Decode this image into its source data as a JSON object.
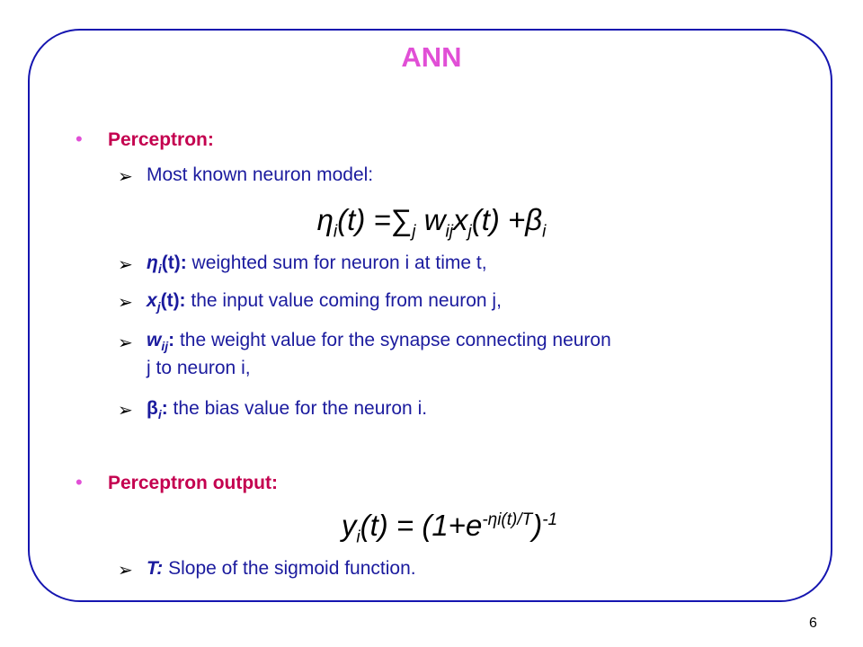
{
  "title": "ANN",
  "bullet1": "Perceptron:",
  "sub1": "Most known neuron model:",
  "eq1": {
    "eta": "η",
    "i": "i",
    "t_open": "(",
    "t": "t",
    "t_close": ") =",
    "sum": "∑",
    "j": "j",
    "w": " w",
    "ij": "ij",
    "x": "x",
    "xj": "j",
    "rest": "(t) +β",
    "bi": "i"
  },
  "items": [
    {
      "lbl_a": "η",
      "lbl_sub": "i",
      "lbl_b": "(t):",
      "text": " weighted sum for neuron i at time t,"
    },
    {
      "lbl_a": "x",
      "lbl_sub": "j",
      "lbl_b": "(t):",
      "text": " the input value coming from neuron j,"
    },
    {
      "lbl_a": "w",
      "lbl_sub": "ij",
      "lbl_b": ":",
      "text": " the weight value for the synapse connecting neuron",
      "text2": "j to neuron i,"
    },
    {
      "lbl_a": "β",
      "lbl_sub": "i",
      "lbl_b": ":",
      "text": " the bias value for the neuron i."
    }
  ],
  "bullet2": "Perceptron output:",
  "eq2": {
    "y": "y",
    "i": "i",
    "mid": "(t) = (1+e",
    "exp": "-ηi(t)/T",
    "close": ")",
    "pow": "-1"
  },
  "sub_last": {
    "lbl": "T:",
    "text": " Slope of the sigmoid function."
  },
  "arrow_glyph": "➢",
  "bullet_glyph": "•",
  "page_number": "6"
}
